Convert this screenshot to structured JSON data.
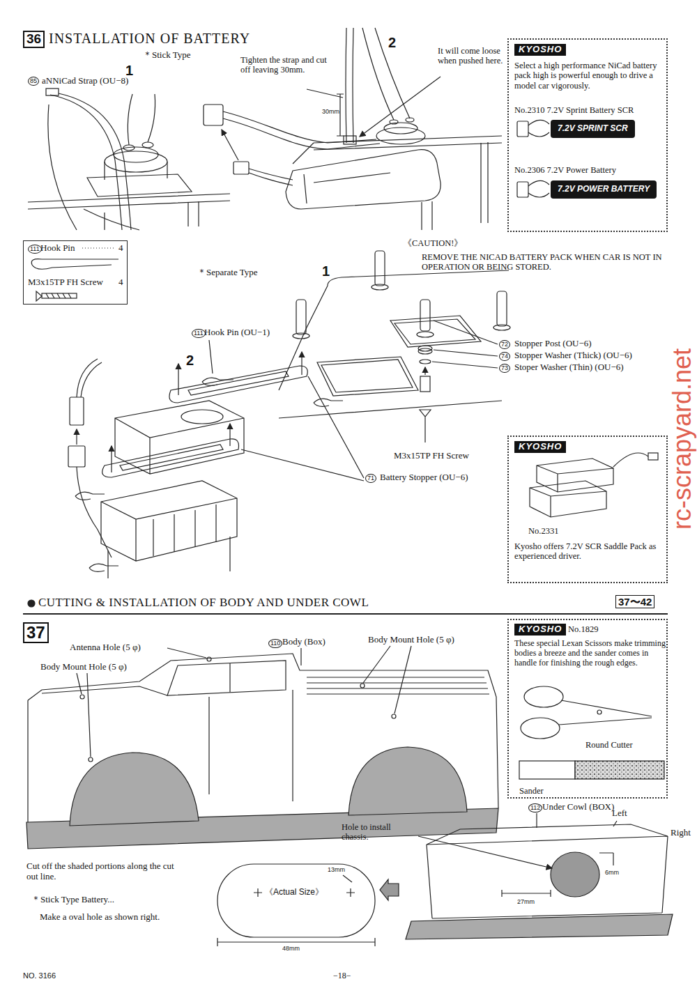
{
  "diagram": {
    "title": "INSTALLATION OF BATTERY",
    "nodes": [
      {
        "text": [
          "KYOSHO",
          "Select a high performance NiCad battery pack high is powerful enough to drive a model car vigorously.",
          "No.2310 7.2V Sprint Battery SCR",
          "7.2V SPRINT SCR",
          "No.2306 7.2V Power Battery",
          "7.2V POWER BATTERY"
        ]
      },
      {
        "text": [
          "111",
          "Hook Pin",
          "4",
          "M3x15TP FH Screw",
          "4"
        ]
      },
      {
        "text": [
          "KYOSHO",
          "No.2331",
          "Kyosho offers 7.2V SCR Saddle Pack as experienced driver."
        ]
      },
      {
        "text": [
          "CUTTING & INSTALLATION OF BODY AND UNDER COWL",
          "37〜42"
        ]
      },
      {
        "text": [
          "KYOSHO",
          "No.1829",
          "These special Lexan Scissors make trimming bodies a breeze and the sander comes in handle for finishing the rough edges.",
          "Round Cutter",
          "Sander"
        ]
      }
    ],
    "labels": [
      "36",
      "＊Stick Type",
      "1",
      "85",
      "aNNiCad Strap (OU−8)",
      "Tighten the strap and cut off leaving 30mm.",
      "2",
      "30mm",
      "It will come loose when pushed here.",
      "《CAUTION!》",
      "REMOVE THE NICAD BATTERY PACK WHEN CAR IS NOT IN OPERATION OR BEING STORED.",
      "＊Separate Type",
      "1",
      "111",
      "Hook Pin (OU−1)",
      "2",
      "72",
      "Stopper Post (OU−6)",
      "74",
      "Stopper Washer (Thick) (OU−6)",
      "73",
      "Stoper Washer (Thin) (OU−6)",
      "M3x15TP FH Screw",
      "71",
      "Battery Stopper (OU−6)",
      "37",
      "Antenna Hole (5 φ)",
      "Body Mount Hole (5 φ)",
      "110",
      "Body (Box)",
      "Body Mount Hole (5 φ)",
      "Cut off the shaded portions along the cut out line.",
      "＊Stick Type Battery...",
      "Make a oval hole as shown right.",
      "13mm",
      "《Actual Size》",
      "48mm",
      "Hole to install chassis.",
      "112",
      "Under Cowl (BOX)",
      "Left",
      "Right",
      "6mm",
      "27mm",
      "NO. 3166",
      "−18−",
      "rc-scrapyard.net"
    ]
  }
}
